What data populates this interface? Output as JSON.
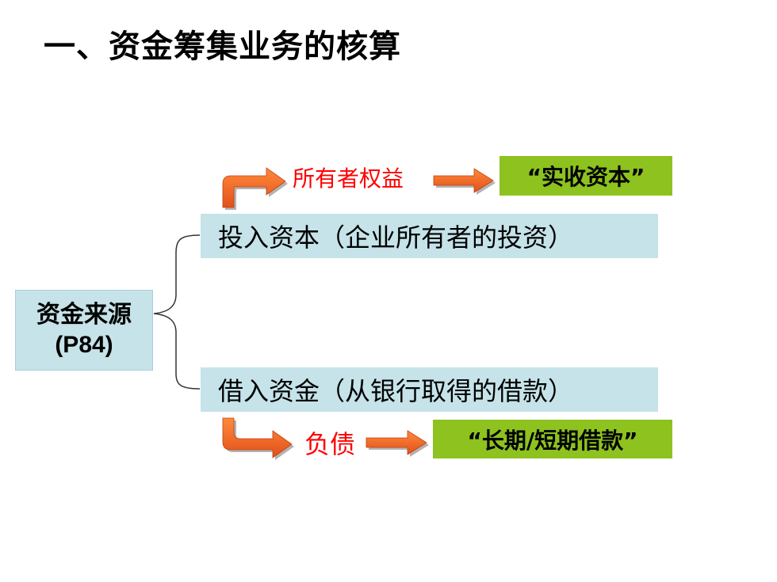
{
  "title": "一、资金筹集业务的核算",
  "source": {
    "label": "资金来源",
    "code": "(P84)"
  },
  "branches": {
    "top": {
      "label": "投入资本（企业所有者的投资）",
      "category": "所有者权益",
      "account": "“实收资本”"
    },
    "bottom": {
      "label": "借入资金（从银行取得的借款）",
      "category": "负债",
      "account": "“长期/短期借款”"
    }
  },
  "colors": {
    "box_fill": "#c5e3e8",
    "account_fill": "#8dc21f",
    "category_text": "#ff0000",
    "arrow_fill": "#f26522"
  },
  "icons": {
    "bent_arrow": "orange-bent-arrow-icon",
    "block_arrow": "orange-block-arrow-icon",
    "brace": "curly-brace-connector"
  }
}
